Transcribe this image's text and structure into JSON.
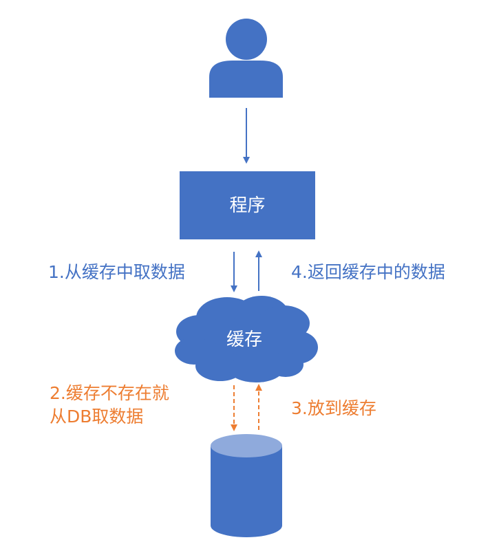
{
  "nodes": {
    "program": {
      "label": "程序"
    },
    "cache": {
      "label": "缓存"
    }
  },
  "edges": {
    "step1": {
      "label": "1.从缓存中取数据"
    },
    "step2": {
      "line1": "2.缓存不存在就",
      "line2": "从DB取数据"
    },
    "step3": {
      "label": "3.放到缓存"
    },
    "step4": {
      "label": "4.返回缓存中的数据"
    }
  },
  "colors": {
    "shape_fill": "#4472c4",
    "db_top": "#8faadc",
    "blue_text": "#4472c4",
    "orange": "#ed7d31"
  },
  "icons": {
    "user": "person-icon",
    "database": "database-cylinder-icon"
  }
}
